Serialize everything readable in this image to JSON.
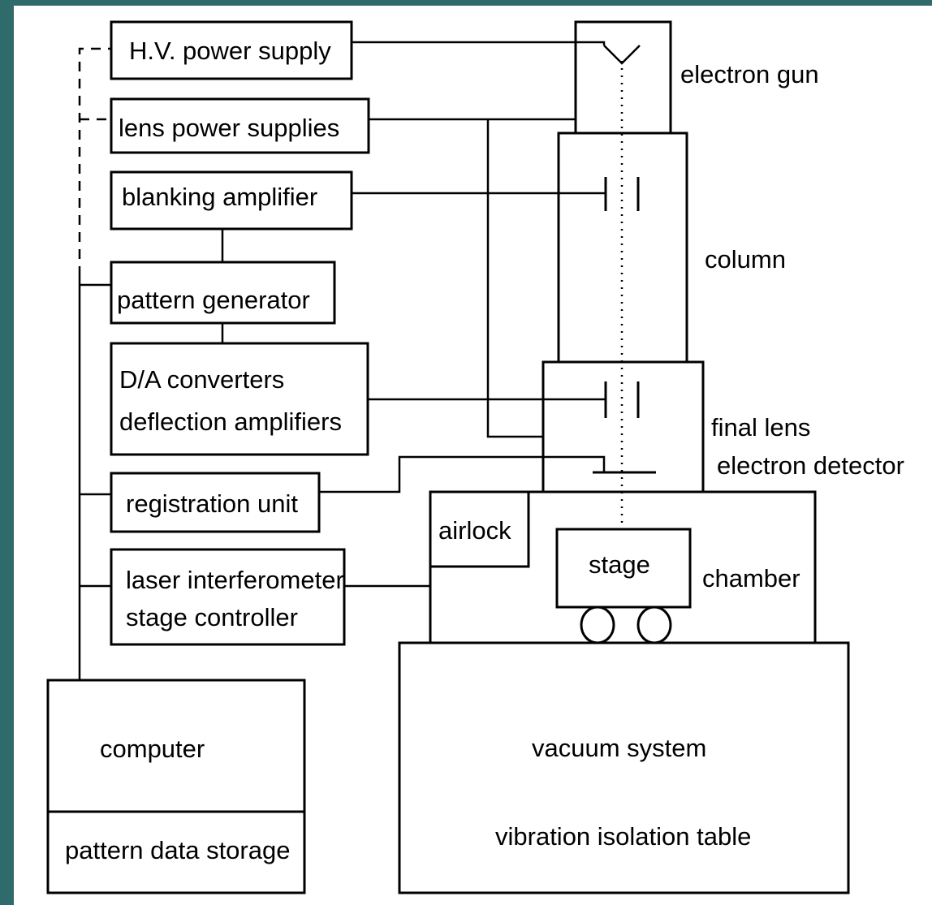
{
  "blocks": {
    "hv_power_supply": "H.V. power supply",
    "lens_power_supplies": "lens power supplies",
    "blanking_amplifier": "blanking amplifier",
    "pattern_generator": "pattern generator",
    "da_converters": "D/A converters",
    "deflection_amplifiers": "deflection amplifiers",
    "registration_unit": "registration unit",
    "laser_interferometer": "laser interferometer",
    "stage_controller": "stage controller",
    "computer": "computer",
    "pattern_data_storage": "pattern data storage"
  },
  "column_labels": {
    "electron_gun": "electron gun",
    "column": "column",
    "final_lens": "final lens",
    "electron_detector": "electron detector",
    "chamber": "chamber",
    "airlock": "airlock",
    "stage": "stage",
    "vacuum_system": "vacuum system",
    "vibration_isolation_table": "vibration isolation table"
  },
  "colors": {
    "background": "#2f6b6b",
    "panel": "#ffffff",
    "ink": "#000000"
  }
}
